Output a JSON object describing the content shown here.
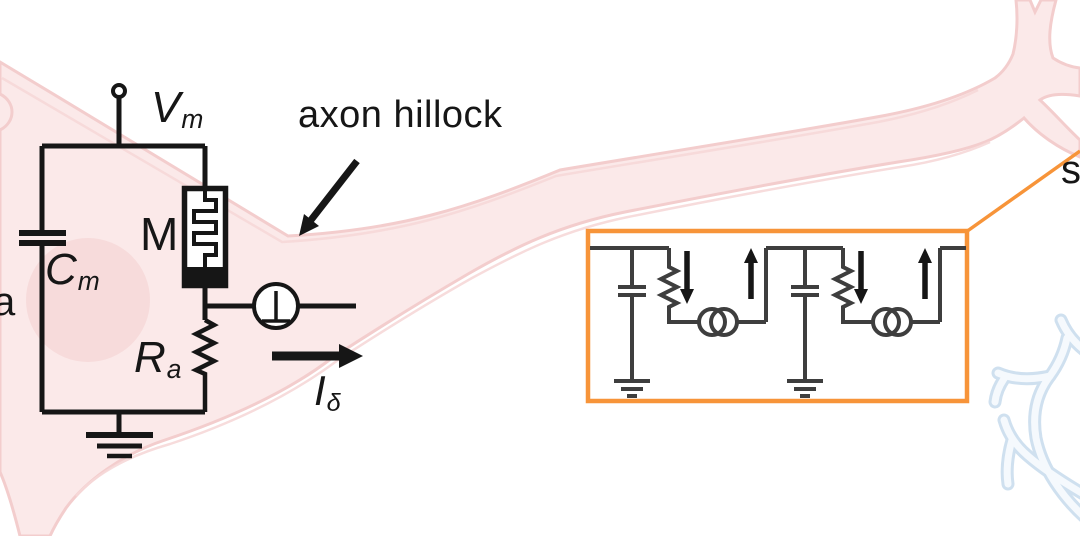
{
  "labels": {
    "axon_hillock": "axon hillock",
    "soma_partial": "a",
    "synapse_partial": "s",
    "memristor": "M",
    "membrane_voltage": {
      "base": "V",
      "sub": "m"
    },
    "membrane_capacitance": {
      "base": "C",
      "sub": "m"
    },
    "axial_resistance": {
      "base": "R",
      "sub": "a"
    },
    "delta_current": {
      "base": "I",
      "sub": "δ"
    }
  },
  "colors": {
    "neuron_fill": "#fbe9e9",
    "neuron_outline": "#f3cdcd",
    "inner_membrane_line": "#f6d8d8",
    "nucleus_fill": "#f7dbdb",
    "inset_border": "#f79439",
    "circuit_stroke": "#161616",
    "inset_circuit_stroke": "#3e3e3e",
    "dendrite_outline": "#cfe0ef",
    "dendrite_fill": "#f5f9fd"
  }
}
